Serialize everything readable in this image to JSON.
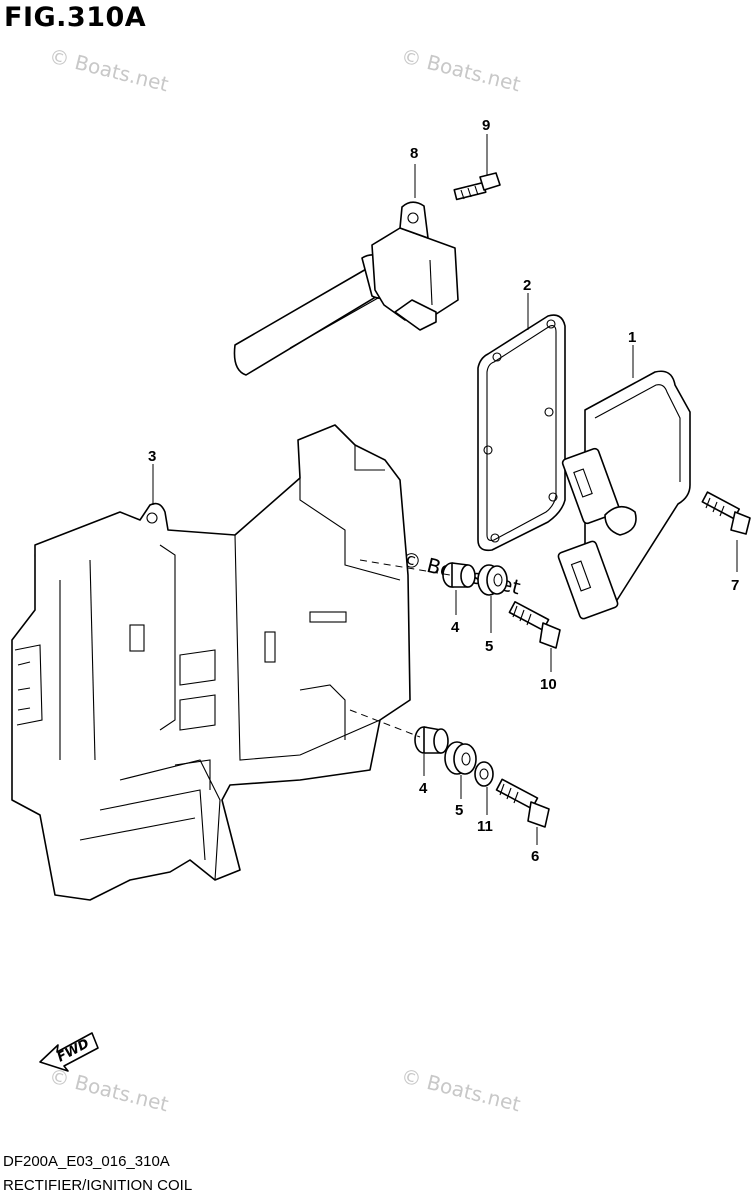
{
  "figure": {
    "title": "FIG.310A",
    "code": "DF200A_E03_016_310A",
    "caption": "RECTIFIER/IGNITION COIL"
  },
  "watermark": "© Boats.net",
  "fwd_label": "FWD",
  "callouts": {
    "c1": "1",
    "c2": "2",
    "c3": "3",
    "c4a": "4",
    "c4b": "4",
    "c5a": "5",
    "c5b": "5",
    "c6": "6",
    "c7": "7",
    "c8": "8",
    "c9": "9",
    "c10": "10",
    "c11": "11"
  }
}
